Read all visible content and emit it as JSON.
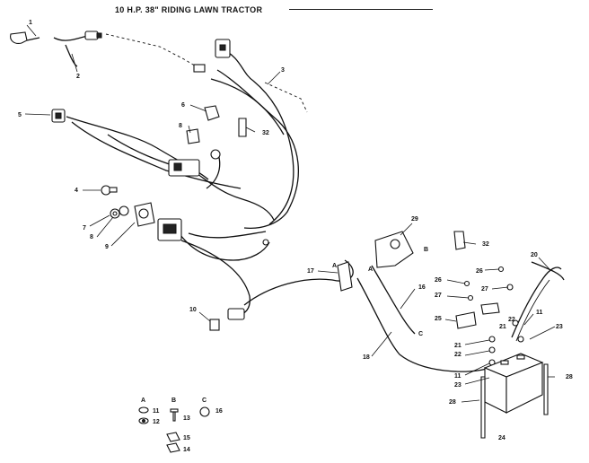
{
  "title": "10 H.P. 38\" RIDING LAWN TRACTOR",
  "callouts": [
    {
      "id": "c1",
      "text": "1"
    },
    {
      "id": "c2",
      "text": "2"
    },
    {
      "id": "c3",
      "text": "3"
    },
    {
      "id": "c4",
      "text": "4"
    },
    {
      "id": "c5",
      "text": "5"
    },
    {
      "id": "c6",
      "text": "6"
    },
    {
      "id": "c7",
      "text": "7"
    },
    {
      "id": "c8a",
      "text": "8"
    },
    {
      "id": "c8b",
      "text": "8"
    },
    {
      "id": "c9",
      "text": "9"
    },
    {
      "id": "c10",
      "text": "10"
    },
    {
      "id": "c11a",
      "text": "11"
    },
    {
      "id": "c11b",
      "text": "11"
    },
    {
      "id": "c11c",
      "text": "11"
    },
    {
      "id": "c12",
      "text": "12"
    },
    {
      "id": "c13",
      "text": "13"
    },
    {
      "id": "c14",
      "text": "14"
    },
    {
      "id": "c15",
      "text": "15"
    },
    {
      "id": "c16a",
      "text": "16"
    },
    {
      "id": "c16b",
      "text": "16"
    },
    {
      "id": "c17",
      "text": "17"
    },
    {
      "id": "c18",
      "text": "18"
    },
    {
      "id": "c20",
      "text": "20"
    },
    {
      "id": "c21a",
      "text": "21"
    },
    {
      "id": "c21b",
      "text": "21"
    },
    {
      "id": "c22a",
      "text": "22"
    },
    {
      "id": "c22b",
      "text": "22"
    },
    {
      "id": "c23a",
      "text": "23"
    },
    {
      "id": "c23b",
      "text": "23"
    },
    {
      "id": "c24",
      "text": "24"
    },
    {
      "id": "c25",
      "text": "25"
    },
    {
      "id": "c26a",
      "text": "26"
    },
    {
      "id": "c26b",
      "text": "26"
    },
    {
      "id": "c27a",
      "text": "27"
    },
    {
      "id": "c27b",
      "text": "27"
    },
    {
      "id": "c28a",
      "text": "28"
    },
    {
      "id": "c28b",
      "text": "28"
    },
    {
      "id": "c29",
      "text": "29"
    },
    {
      "id": "c32a",
      "text": "32"
    },
    {
      "id": "c32b",
      "text": "32"
    },
    {
      "id": "cAa",
      "text": "A"
    },
    {
      "id": "cAb",
      "text": "A"
    },
    {
      "id": "cBa",
      "text": "B"
    },
    {
      "id": "cBb",
      "text": "B"
    },
    {
      "id": "cC",
      "text": "C"
    }
  ],
  "legend": [
    {
      "key": "A",
      "num": "11"
    },
    {
      "key": "B",
      "num": "13"
    },
    {
      "key": "C",
      "num": "16"
    }
  ]
}
